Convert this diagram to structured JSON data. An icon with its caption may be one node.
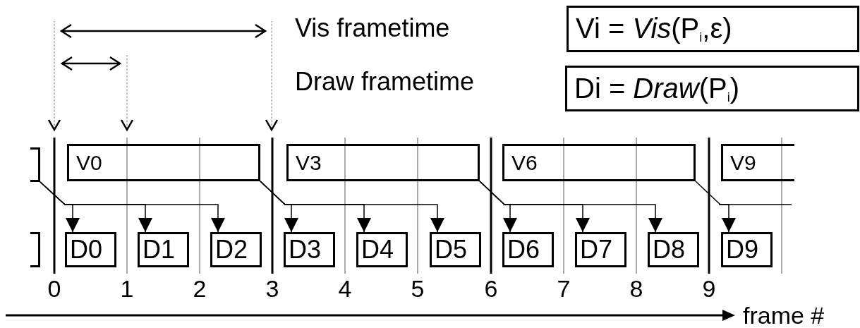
{
  "diagram": {
    "nodes": [
      {
        "text": [
          "Vi = *Vis*(P$_{i}$,ε)"
        ]
      },
      {
        "text": [
          "Di = *Draw*(P$_{i}$)"
        ]
      },
      {
        "text": [],
        "shape": "box"
      },
      {
        "text": [
          "V0"
        ]
      },
      {
        "text": [
          "V3"
        ]
      },
      {
        "text": [
          "V6"
        ]
      },
      {
        "text": [
          "V9"
        ]
      },
      {
        "text": [],
        "shape": "box"
      },
      {
        "text": [
          "D0"
        ]
      },
      {
        "text": [
          "D1"
        ]
      },
      {
        "text": [
          "D2"
        ]
      },
      {
        "text": [
          "D3"
        ]
      },
      {
        "text": [
          "D4"
        ]
      },
      {
        "text": [
          "D5"
        ]
      },
      {
        "text": [
          "D6"
        ]
      },
      {
        "text": [
          "D7"
        ]
      },
      {
        "text": [
          "D8"
        ]
      },
      {
        "text": [
          "D9"
        ]
      }
    ],
    "edges": [
      {
        "from": 2,
        "to": 8,
        "arrow": "to"
      },
      {
        "from": 2,
        "to": 9,
        "arrow": "to"
      },
      {
        "from": 2,
        "to": 10,
        "arrow": "to"
      },
      {
        "from": 3,
        "to": 11,
        "arrow": "to"
      },
      {
        "from": 3,
        "to": 12,
        "arrow": "to"
      },
      {
        "from": 3,
        "to": 13,
        "arrow": "to"
      },
      {
        "from": 4,
        "to": 14,
        "arrow": "to"
      },
      {
        "from": 4,
        "to": 15,
        "arrow": "to"
      },
      {
        "from": 4,
        "to": 16,
        "arrow": "to"
      },
      {
        "from": 5,
        "to": 17,
        "arrow": "to"
      }
    ],
    "labels": [
      "Vis frametime",
      "Draw frametime",
      "0",
      "1",
      "2",
      "3",
      "4",
      "5",
      "6",
      "7",
      "8",
      "9",
      "frame #"
    ]
  }
}
